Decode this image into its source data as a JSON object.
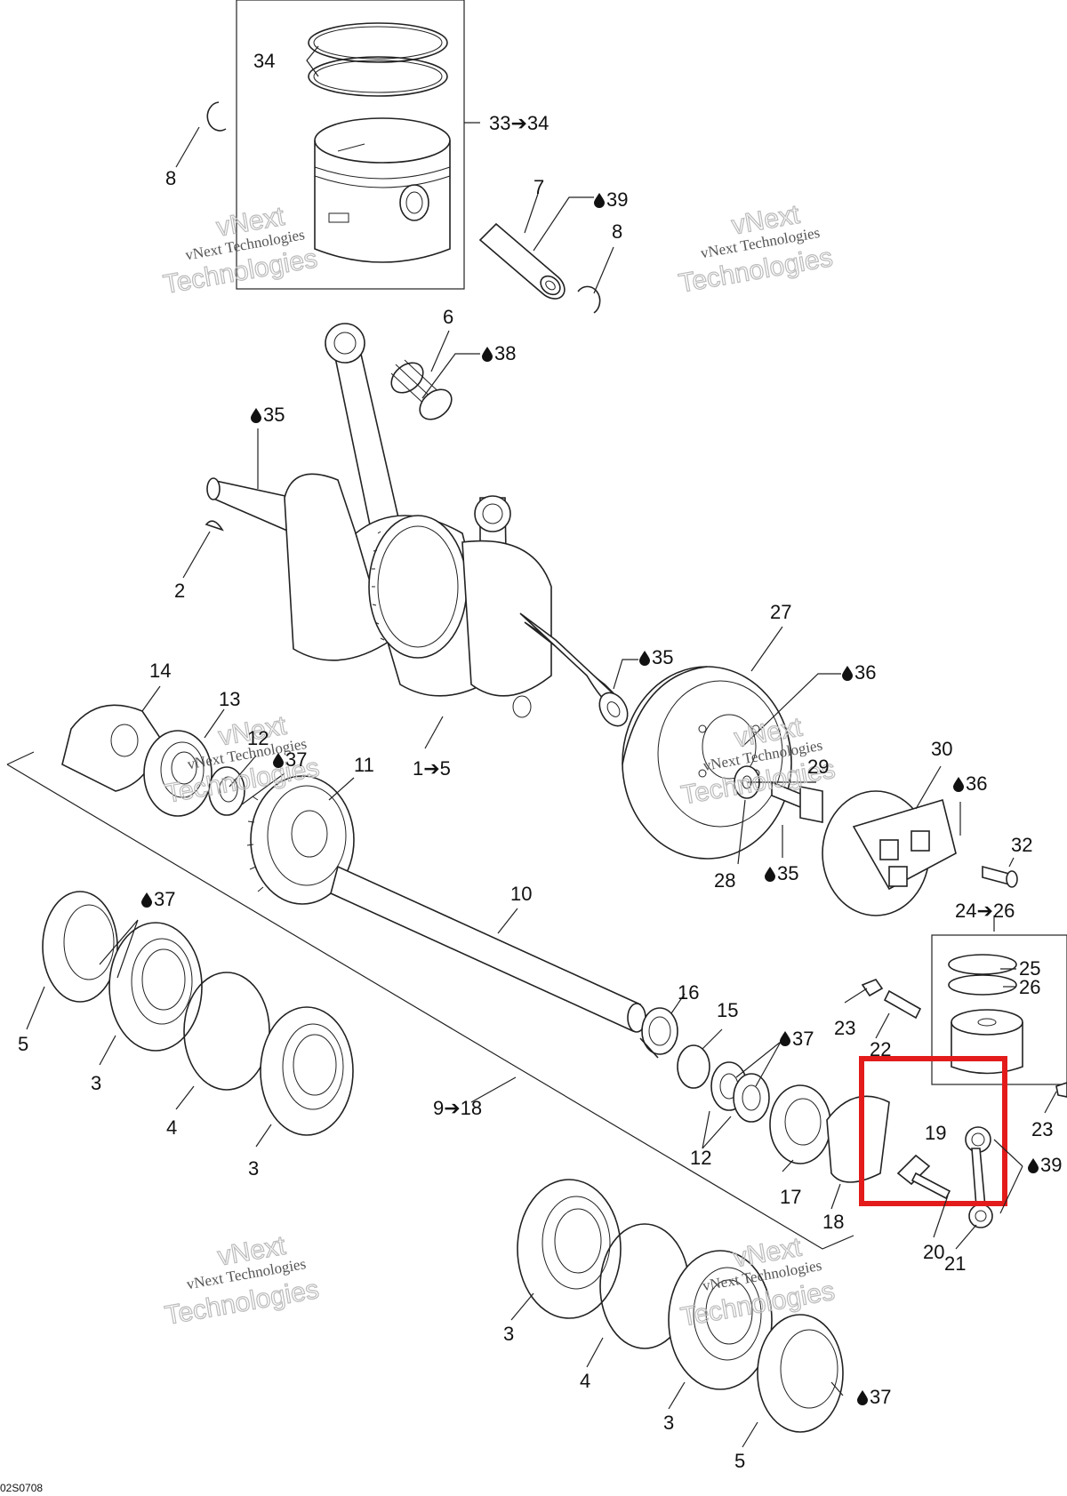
{
  "labels": {
    "l34": "34",
    "l8a": "8",
    "l33": "33➔34",
    "l7": "7",
    "l39a": "39",
    "l8b": "8",
    "l6": "6",
    "l38": "38",
    "l35a": "35",
    "l2": "2",
    "l27": "27",
    "l35b": "35",
    "l36a": "36",
    "l14": "14",
    "l13": "13",
    "l12a": "12",
    "l37a": "37",
    "l11": "11",
    "l1": "1➔5",
    "l29": "29",
    "l30": "30",
    "l36b": "36",
    "l32": "32",
    "l28": "28",
    "l35c": "35",
    "l37b": "37",
    "l10": "10",
    "l2426": "24➔26",
    "l25": "25",
    "l26": "26",
    "l5a": "5",
    "l3a": "3",
    "l4a": "4",
    "l3b": "3",
    "l16": "16",
    "l15": "15",
    "l37c": "37",
    "l23a": "23",
    "l22": "22",
    "l918": "9➔18",
    "l12b": "12",
    "l17": "17",
    "l18": "18",
    "l19": "19",
    "l23b": "23",
    "l39b": "39",
    "l20": "20",
    "l21": "21",
    "l3c": "3",
    "l4b": "4",
    "l3d": "3",
    "l37d": "37",
    "l5b": "5"
  },
  "watermark": {
    "line1": "vNext Technologies",
    "line2": "vNext",
    "line3": "Technologies"
  },
  "drawing_code": "02S0708",
  "highlight_color": "#e31b1b"
}
